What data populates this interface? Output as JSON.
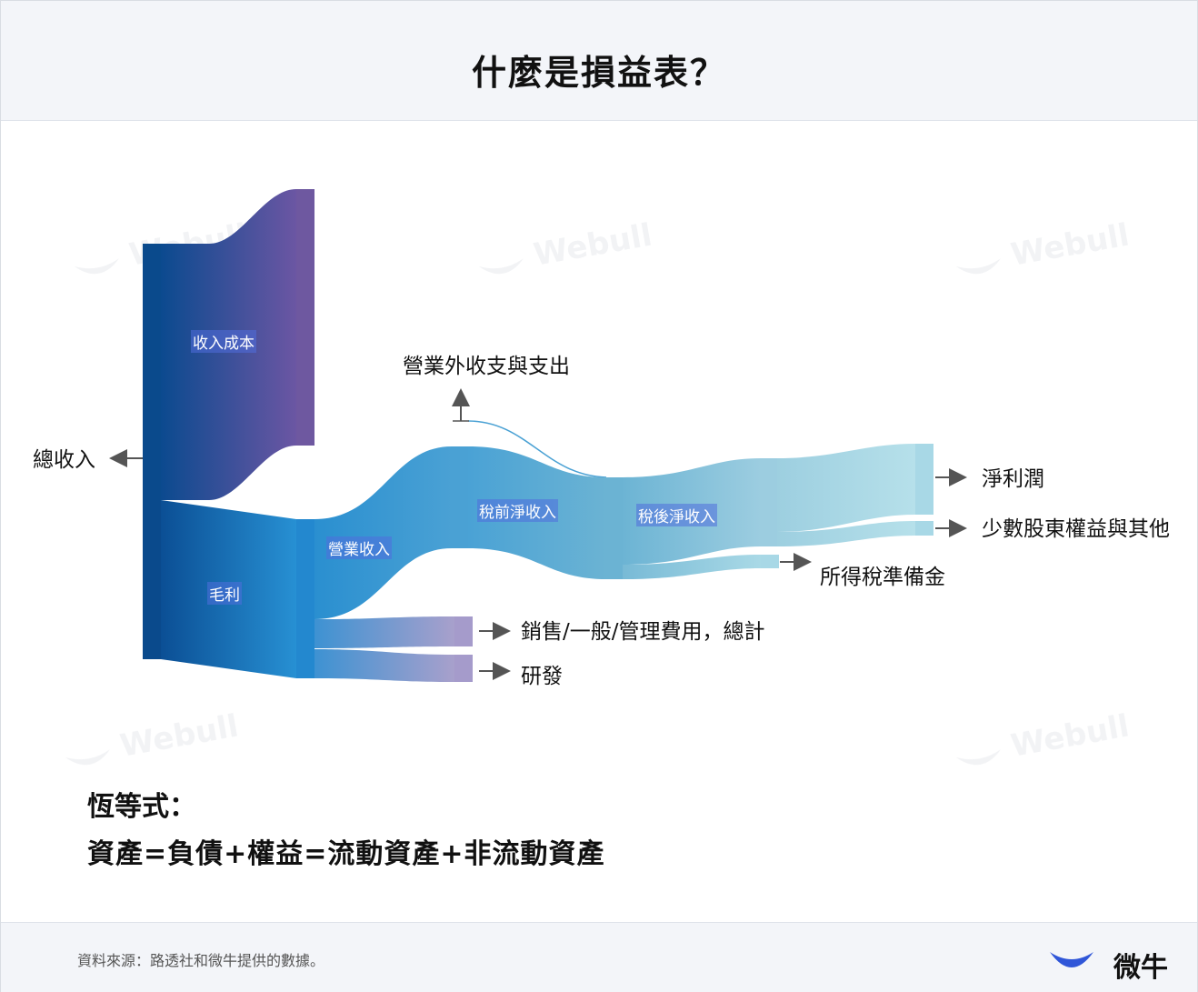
{
  "title": "什麼是損益表？",
  "sankey": {
    "labels": {
      "total_revenue": "總收入",
      "cost_of_revenue": "收入成本",
      "gross_profit": "毛利",
      "operating_income": "營業收入",
      "non_operating": "營業外收支與支出",
      "pretax_income": "稅前淨收入",
      "after_tax_income": "稅後淨收入",
      "net_income": "淨利潤",
      "minority_interest": "少數股東權益與其他",
      "income_tax": "所得稅準備金",
      "sga": "銷售/一般/管理費用，總計",
      "rnd": "研發"
    },
    "colors": {
      "dark_blue": "#0a4a8c",
      "mid_blue": "#2388cf",
      "purple": "#6e58a0",
      "light_blue": "#a8d8e6",
      "lavender": "#a59bcb"
    }
  },
  "watermark": "Webull",
  "equation": {
    "title": "恆等式：",
    "formula": "資產=負債+權益=流動資產+非流動資產"
  },
  "footer": {
    "source": "資料來源：路透社和微牛提供的數據。",
    "brand": "微牛",
    "logo_icon": "webull-smile-icon"
  }
}
